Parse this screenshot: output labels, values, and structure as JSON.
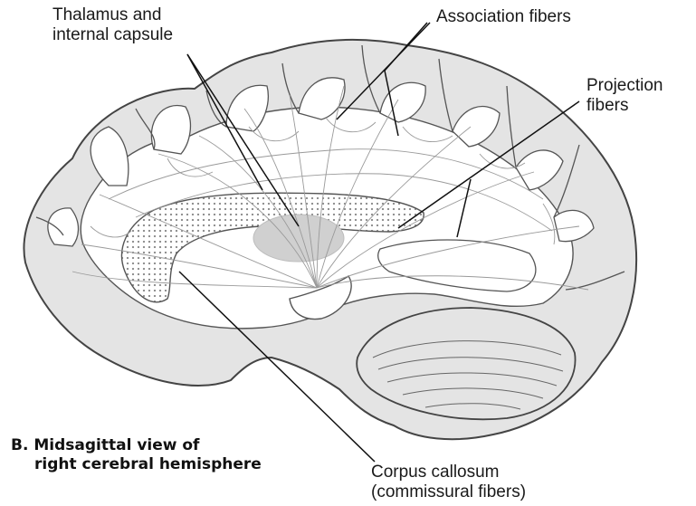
{
  "labels": {
    "thalamus_line1": "Thalamus and",
    "thalamus_line2": "internal capsule",
    "association": "Association fibers",
    "projection_line1": "Projection",
    "projection_line2": "fibers",
    "corpus_line1": "Corpus callosum",
    "corpus_line2": "(commissural fibers)"
  },
  "caption": {
    "prefix": "B.",
    "line1": "Midsagittal view of",
    "line2": "right cerebral hemisphere"
  },
  "colors": {
    "outline": "#444444",
    "cortex_fill": "#e4e4e4",
    "white_matter": "#ffffff",
    "thalamus_fill": "#d0d0d0",
    "fiber_line": "#9a9a9a",
    "leader_line": "#111111",
    "stipple": "#8a8a8a"
  }
}
